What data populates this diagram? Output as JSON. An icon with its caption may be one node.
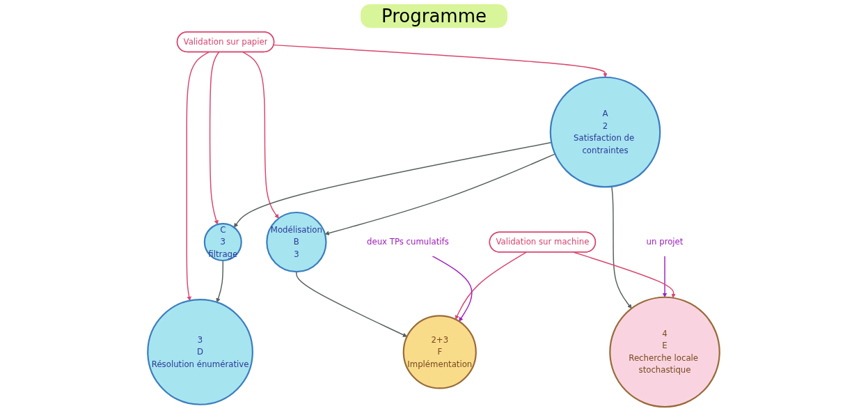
{
  "diagram": {
    "title": "Programme",
    "nodes": [
      {
        "text": [
          "Validation sur papier"
        ]
      },
      {
        "text": [
          "3",
          "D",
          "Résolution énumérative"
        ]
      },
      {
        "text": [
          "C",
          "3",
          "filtrage"
        ]
      },
      {
        "text": [
          "A",
          "2",
          "Satisfaction de contraintes"
        ]
      },
      {
        "text": [
          "Modélisation",
          "B",
          "3"
        ]
      },
      {
        "text": [
          "un projet"
        ]
      },
      {
        "text": [
          "4",
          "E",
          "Recherche locale stochastique"
        ]
      },
      {
        "text": [
          "Validation sur machine"
        ]
      },
      {
        "text": [
          "2+3",
          "F",
          "Implémentation"
        ]
      },
      {
        "text": [
          "deux TPs cumulatifs"
        ]
      }
    ],
    "edges": [
      {
        "from": 0,
        "to": 1,
        "arrow": "to"
      },
      {
        "from": 0,
        "to": 2,
        "arrow": "to"
      },
      {
        "from": 0,
        "to": 3,
        "arrow": "to"
      },
      {
        "from": 0,
        "to": 4,
        "arrow": "to"
      },
      {
        "from": 3,
        "to": 2,
        "arrow": "to",
        "color": "#56605c"
      },
      {
        "from": 2,
        "to": 1,
        "arrow": "to",
        "color": "#56605c"
      },
      {
        "from": 3,
        "to": 4,
        "arrow": "to",
        "color": "#56605c"
      },
      {
        "from": 3,
        "to": 6,
        "arrow": "to",
        "color": "#56605c"
      },
      {
        "from": 4,
        "to": 8,
        "arrow": "to",
        "color": "#56605c"
      },
      {
        "from": 5,
        "to": 6,
        "arrow": "to",
        "color": "#a020c0"
      },
      {
        "from": 7,
        "to": 6,
        "arrow": "to"
      },
      {
        "from": 7,
        "to": 8,
        "arrow": "to"
      },
      {
        "from": 9,
        "to": 8,
        "arrow": "to",
        "color": "#a020c0"
      }
    ]
  }
}
